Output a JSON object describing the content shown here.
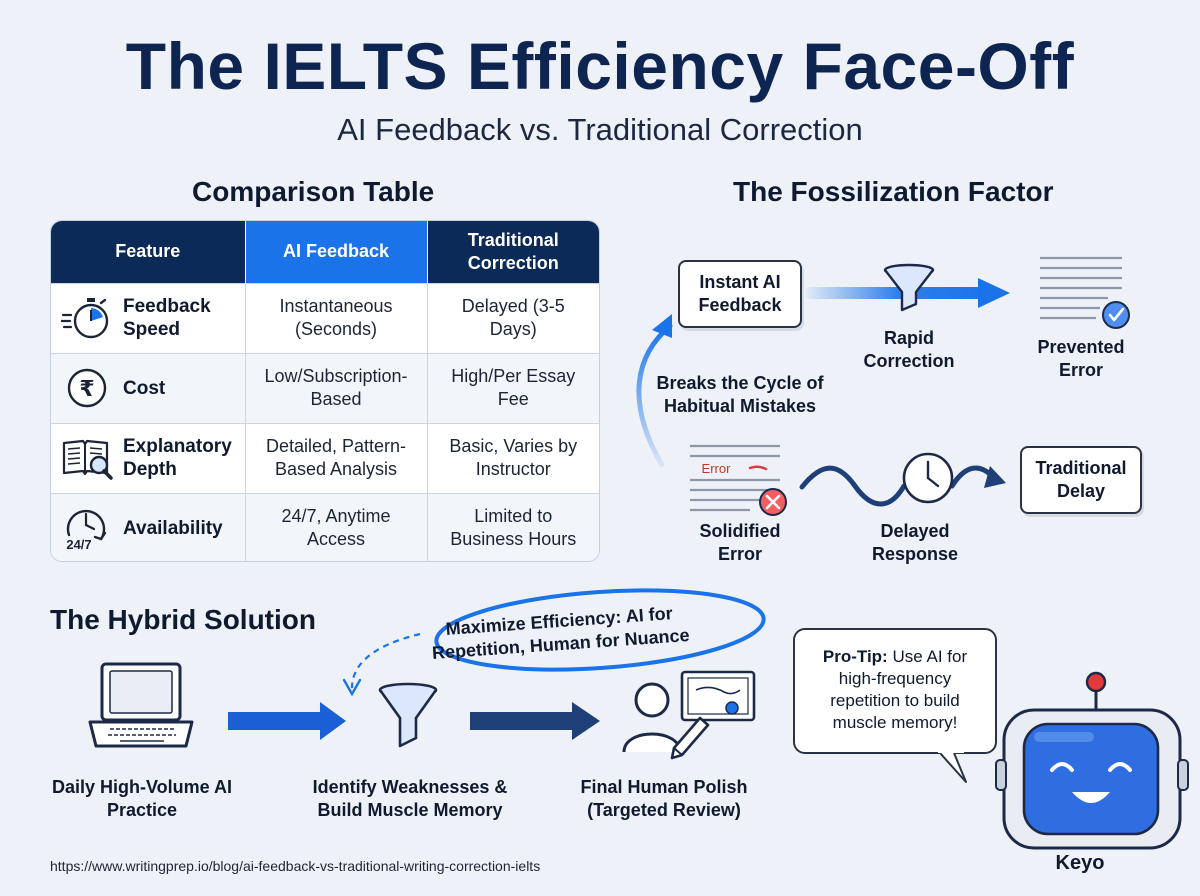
{
  "header": {
    "title": "The IELTS Efficiency Face-Off",
    "subtitle": "AI Feedback vs. Traditional Correction"
  },
  "table": {
    "title": "Comparison Table",
    "headers": [
      "Feature",
      "AI Feedback",
      "Traditional Correction"
    ],
    "rows": [
      {
        "icon": "stopwatch-icon",
        "feature": "Feedback Speed",
        "ai": "Instantaneous (Seconds)",
        "traditional": "Delayed (3-5 Days)"
      },
      {
        "icon": "rupee-coin-icon",
        "feature": "Cost",
        "ai": "Low/Subscription-Based",
        "traditional": "High/Per Essay Fee"
      },
      {
        "icon": "book-magnifier-icon",
        "feature": "Explanatory Depth",
        "ai": "Detailed, Pattern-Based Analysis",
        "traditional": "Basic, Varies by Instructor"
      },
      {
        "icon": "clock-24-7-icon",
        "feature": "Availability",
        "ai": "24/7, Anytime Access",
        "traditional": "Limited to Business Hours"
      }
    ],
    "icon_badge_text": "24/7"
  },
  "fossilization": {
    "title": "The Fossilization Factor",
    "instant_box": "Instant AI Feedback",
    "rapid_label": "Rapid Correction",
    "prevented_label": "Prevented Error",
    "cycle_label": "Breaks the Cycle of Habitual Mistakes",
    "error_tag": "Error",
    "solidified_label": "Solidified Error",
    "delayed_label": "Delayed Response",
    "delay_box": "Traditional Delay"
  },
  "hybrid": {
    "title": "The Hybrid Solution",
    "callout": "Maximize Efficiency: AI for Repetition, Human for Nuance",
    "step1": "Daily High-Volume AI Practice",
    "step2": "Identify Weaknesses & Build Muscle Memory",
    "step3": "Final Human Polish (Targeted Review)"
  },
  "tip": {
    "label": "Pro-Tip:",
    "text": "Use AI for high-frequency repetition to build muscle memory!",
    "mascot_name": "Keyo"
  },
  "footer": {
    "url": "https://www.writingprep.io/blog/ai-feedback-vs-traditional-writing-correction-ielts"
  },
  "colors": {
    "navy": "#0c2a57",
    "blue": "#1a73e8",
    "error_red": "#e23a3a"
  }
}
